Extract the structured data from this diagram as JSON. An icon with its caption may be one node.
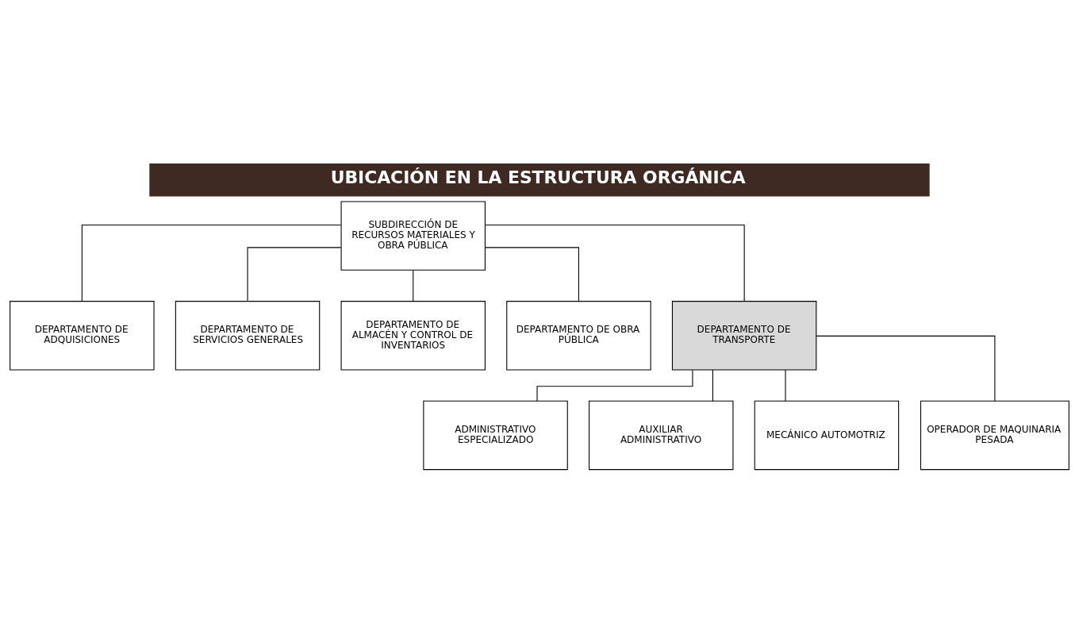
{
  "diagram": {
    "title": "UBICACIÓN EN LA ESTRUCTURA ORGÁNICA",
    "nodes": [
      {
        "text": [
          "SUBDIRECCIÓN DE RECURSOS MATERIALES Y OBRA PÚBLICA"
        ]
      },
      {
        "text": [
          "DEPARTAMENTO DE ADQUISICIONES"
        ]
      },
      {
        "text": [
          "DEPARTAMENTO DE SERVICIOS GENERALES"
        ]
      },
      {
        "text": [
          "DEPARTAMENTO DE ALMACÉN Y CONTROL DE INVENTARIOS"
        ]
      },
      {
        "text": [
          "DEPARTAMENTO DE OBRA PÚBLICA"
        ]
      },
      {
        "text": [
          "DEPARTAMENTO DE TRANSPORTE"
        ]
      },
      {
        "text": [
          "ADMINISTRATIVO ESPECIALIZADO"
        ]
      },
      {
        "text": [
          "AUXILIAR ADMINISTRATIVO"
        ]
      },
      {
        "text": [
          "MECÁNICO AUTOMOTRIZ"
        ]
      },
      {
        "text": [
          "OPERADOR DE MAQUINARIA PESADA"
        ]
      }
    ],
    "edges": [
      {
        "from": 0,
        "to": 1,
        "arrow": "none"
      },
      {
        "from": 0,
        "to": 2,
        "arrow": "none"
      },
      {
        "from": 0,
        "to": 3,
        "arrow": "none"
      },
      {
        "from": 0,
        "to": 4,
        "arrow": "none"
      },
      {
        "from": 0,
        "to": 5,
        "arrow": "none"
      },
      {
        "from": 5,
        "to": 6,
        "arrow": "none"
      },
      {
        "from": 5,
        "to": 7,
        "arrow": "none"
      },
      {
        "from": 5,
        "to": 8,
        "arrow": "none"
      },
      {
        "from": 5,
        "to": 9,
        "arrow": "none"
      }
    ]
  }
}
